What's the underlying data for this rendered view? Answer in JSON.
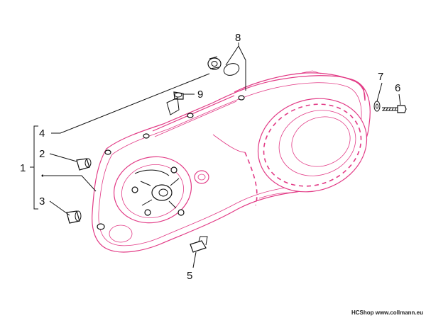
{
  "diagram": {
    "callouts": {
      "c1": "1",
      "c2": "2",
      "c3": "3",
      "c4": "4",
      "c5": "5",
      "c6": "6",
      "c7": "7",
      "c8": "8",
      "c9": "9"
    },
    "watermark": "HCShop www.collmann.eu",
    "colors": {
      "outline": "#e23b86",
      "leader": "#111111",
      "background": "#ffffff"
    }
  }
}
